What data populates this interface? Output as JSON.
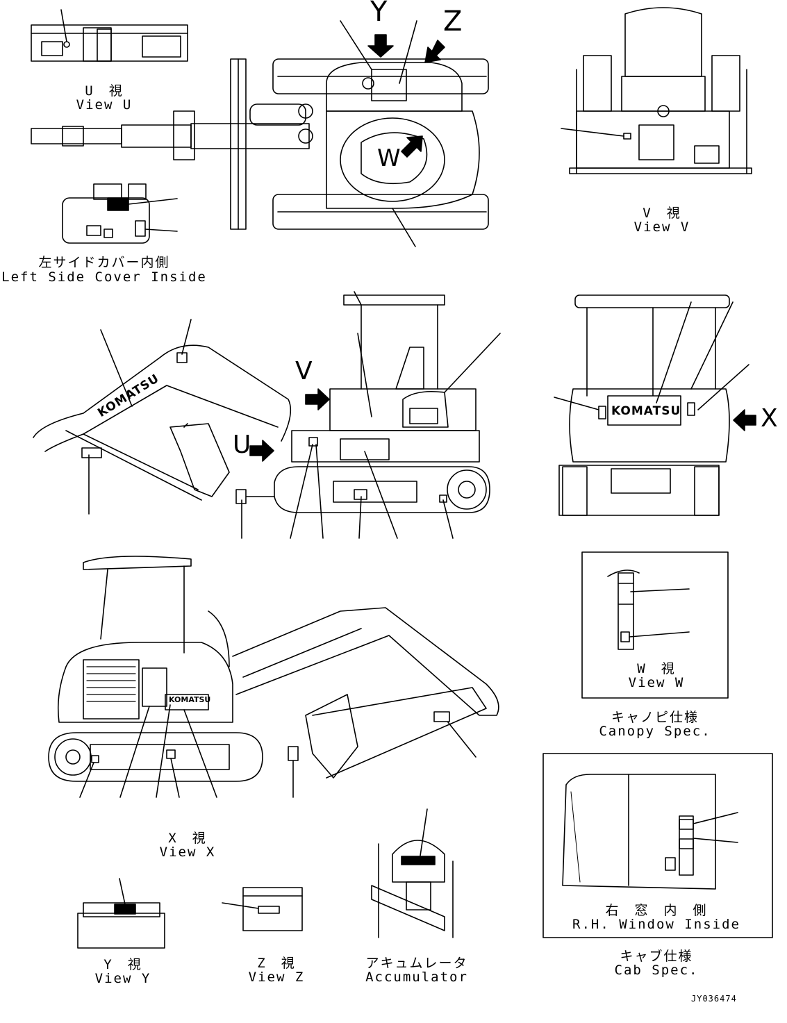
{
  "view_markers": {
    "y": "Y",
    "z": "Z",
    "w": "W",
    "v": "V",
    "u": "U",
    "x": "X"
  },
  "labels": {
    "view_u_jp": "U　視",
    "view_u_en": "View U",
    "left_cover_jp": "左サイドカバー内側",
    "left_cover_en": "Left Side Cover Inside",
    "view_v_jp": "V　視",
    "view_v_en": "View V",
    "view_w_jp": "W　視",
    "view_w_en": "View W",
    "canopy_jp": "キャノピ仕様",
    "canopy_en": "Canopy Spec.",
    "view_x_jp": "X　視",
    "view_x_en": "View X",
    "view_y_jp": "Y　視",
    "view_y_en": "View Y",
    "view_z_jp": "Z　視",
    "view_z_en": "View Z",
    "accum_jp": "アキュムレータ",
    "accum_en": "Accumulator",
    "rh_window_jp": "右　窓　内　側",
    "rh_window_en": "R.H. Window Inside",
    "cab_jp": "キャブ仕様",
    "cab_en": "Cab Spec."
  },
  "brand": "KOMATSU",
  "drawing_code": "JY036474"
}
